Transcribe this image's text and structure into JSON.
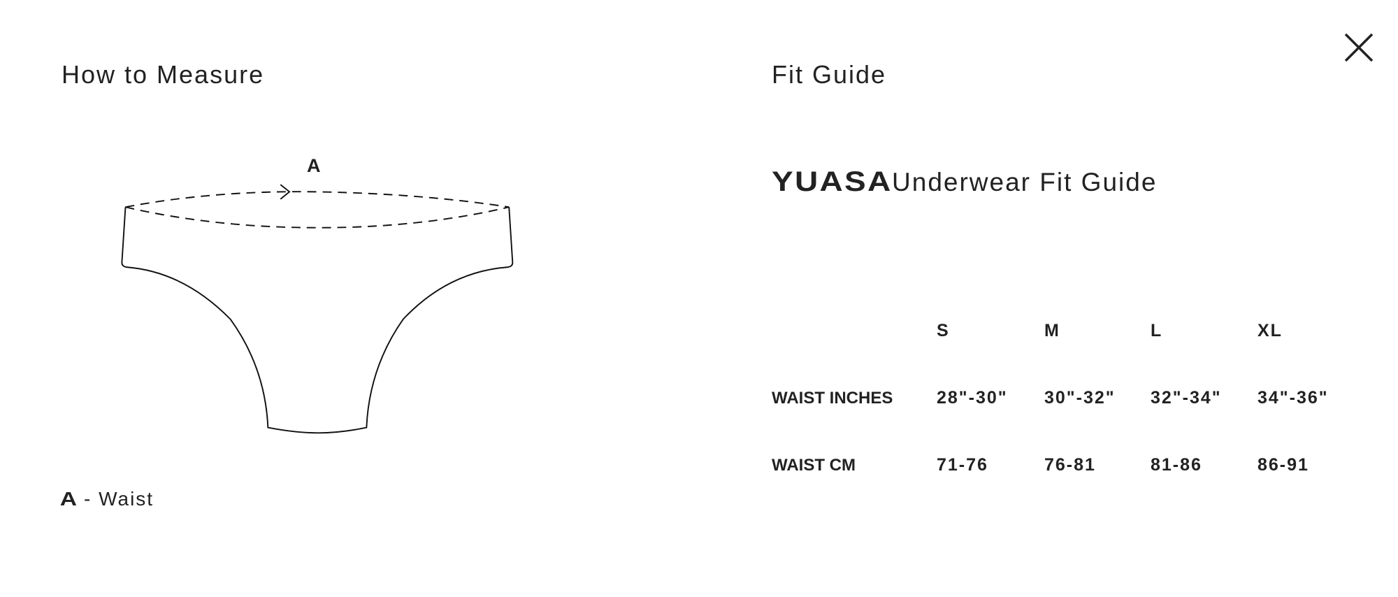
{
  "left": {
    "title": "How to Measure",
    "diagram_label": "A",
    "legend": {
      "letter": "A",
      "text": " - Waist"
    }
  },
  "right": {
    "title": "Fit Guide",
    "subtitle_brand": "YUASA",
    "subtitle_rest": "Underwear Fit Guide",
    "table": {
      "columns": [
        "S",
        "M",
        "L",
        "XL"
      ],
      "rows": [
        {
          "label": "WAIST INCHES",
          "values": [
            "28\"-30\"",
            "30\"-32\"",
            "32\"-34\"",
            "34\"-36\""
          ]
        },
        {
          "label": "WAIST CM",
          "values": [
            "71-76",
            "76-81",
            "81-86",
            "86-91"
          ]
        }
      ]
    }
  },
  "close_icon": "close-icon"
}
